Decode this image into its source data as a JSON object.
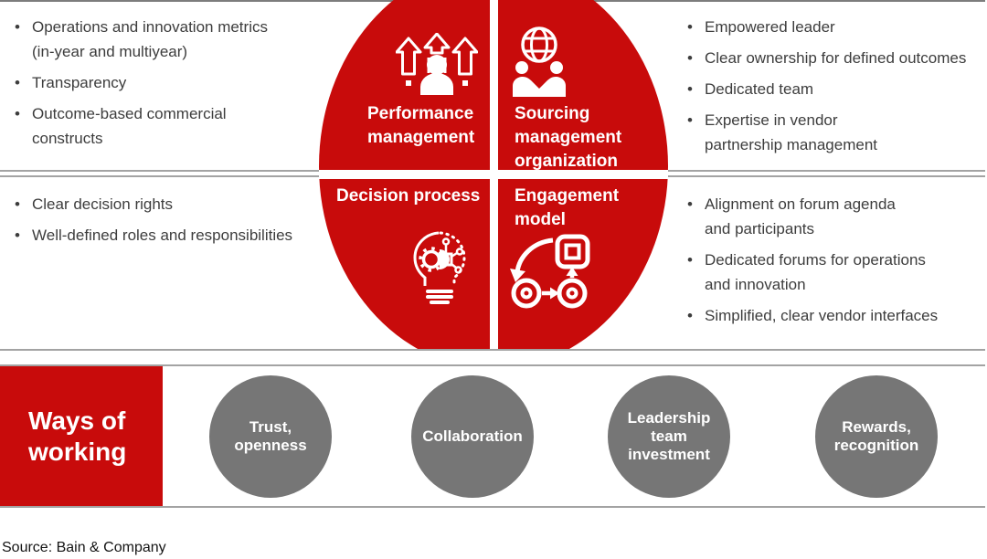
{
  "colors": {
    "accent_red": "#C80B0B",
    "circle_gray": "#767676",
    "rule_gray": "#A3A3A3"
  },
  "quadrants": [
    {
      "label": "Performance\nmanagement",
      "icon": "growth-arrows-person-icon"
    },
    {
      "label": "Sourcing\nmanagement\norganization",
      "icon": "globe-handshake-icon"
    },
    {
      "label": "Decision process",
      "icon": "idea-gear-bulb-icon"
    },
    {
      "label": "Engagement\nmodel",
      "icon": "process-flow-icon"
    }
  ],
  "panels": {
    "top_left": [
      "Operations and innovation metrics\n(in-year and multiyear)",
      "Transparency",
      "Outcome-based commercial\nconstructs"
    ],
    "top_right": [
      "Empowered leader",
      "Clear ownership for defined outcomes",
      "Dedicated team",
      "Expertise in vendor\npartnership management"
    ],
    "mid_left": [
      "Clear decision rights",
      "Well-defined roles and responsibilities"
    ],
    "mid_right": [
      "Alignment on forum agenda\nand participants",
      "Dedicated forums for operations\nand innovation",
      "Simplified, clear vendor interfaces"
    ]
  },
  "ways_of_working": {
    "label": "Ways of\nworking",
    "circles": [
      "Trust,\nopenness",
      "Collaboration",
      "Leadership\nteam\ninvestment",
      "Rewards,\nrecognition"
    ]
  },
  "source": "Source: Bain & Company"
}
